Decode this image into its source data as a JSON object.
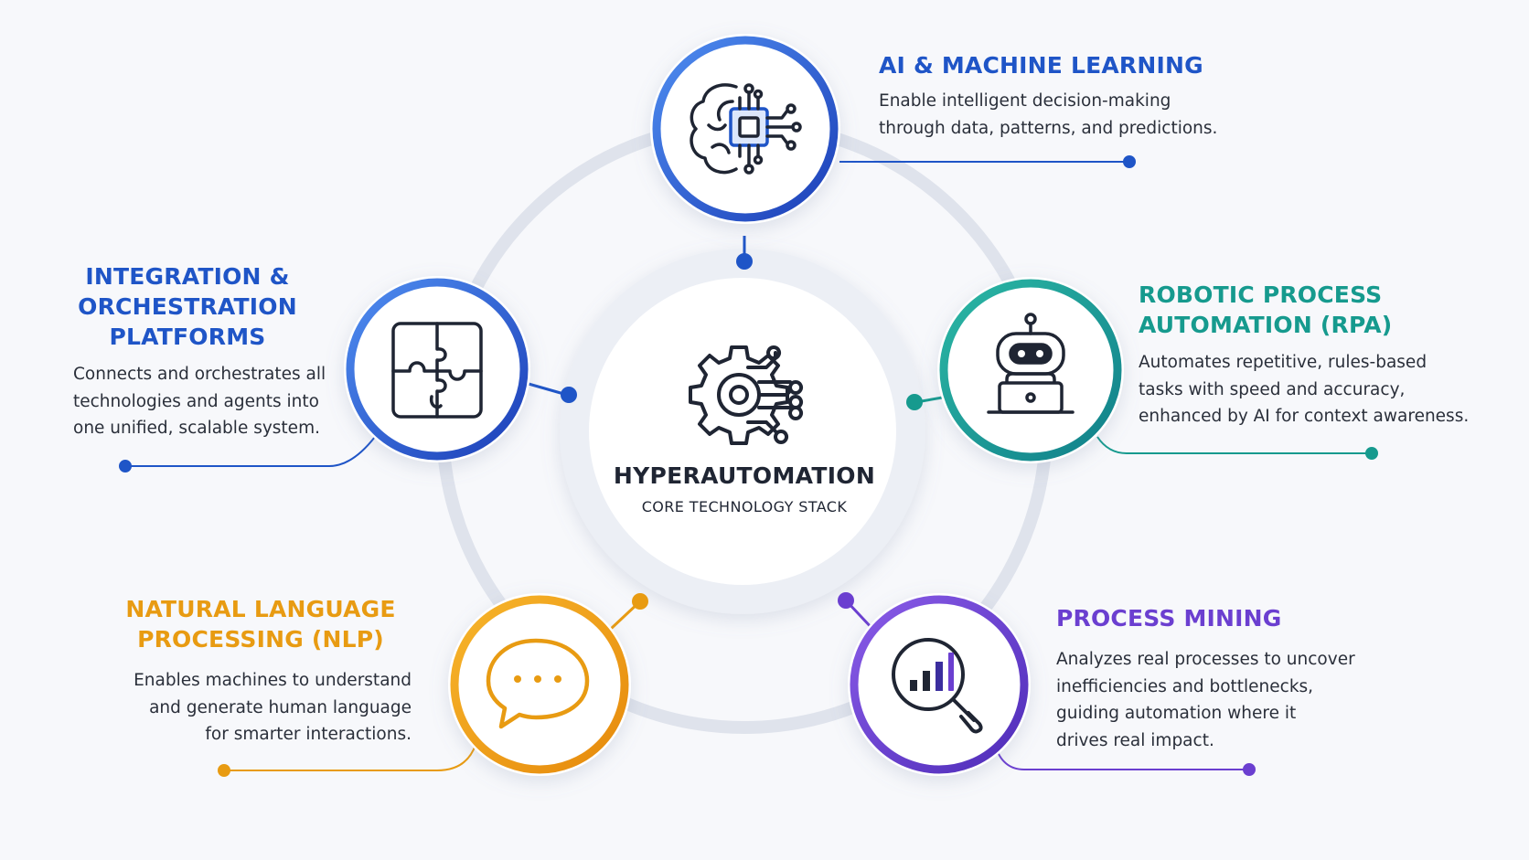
{
  "center": {
    "title": "HYPERAUTOMATION",
    "subtitle": "CORE TECHNOLOGY STACK"
  },
  "nodes": {
    "ai": {
      "title": "AI & MACHINE LEARNING",
      "lines": [
        "Enable intelligent decision-making",
        "through data, patterns, and predictions."
      ],
      "color": "#1f55c7",
      "icon": "brain-chip-icon"
    },
    "rpa": {
      "title_lines": [
        "ROBOTIC PROCESS",
        "AUTOMATION (RPA)"
      ],
      "lines": [
        "Automates repetitive, rules-based",
        "tasks with speed and accuracy,",
        "enhanced by AI for context awareness."
      ],
      "color": "#169a8e",
      "icon": "robot-laptop-icon"
    },
    "pm": {
      "title": "PROCESS MINING",
      "lines": [
        "Analyzes real processes to uncover",
        "inefficiencies and bottlenecks,",
        "guiding automation where it",
        "drives real impact."
      ],
      "color": "#6b3fd0",
      "icon": "magnifier-chart-icon"
    },
    "nlp": {
      "title_lines": [
        "NATURAL LANGUAGE",
        "PROCESSING (NLP)"
      ],
      "lines": [
        "Enables machines to understand",
        "and generate human language",
        "for smarter interactions."
      ],
      "color": "#e89b12",
      "icon": "chat-bubble-icon"
    },
    "int": {
      "title_lines": [
        "INTEGRATION &",
        "ORCHESTRATION",
        "PLATFORMS"
      ],
      "lines": [
        "Connects and orchestrates all",
        "technologies and agents into",
        "one unified, scalable system."
      ],
      "color": "#1f55c7",
      "icon": "puzzle-icon"
    }
  }
}
